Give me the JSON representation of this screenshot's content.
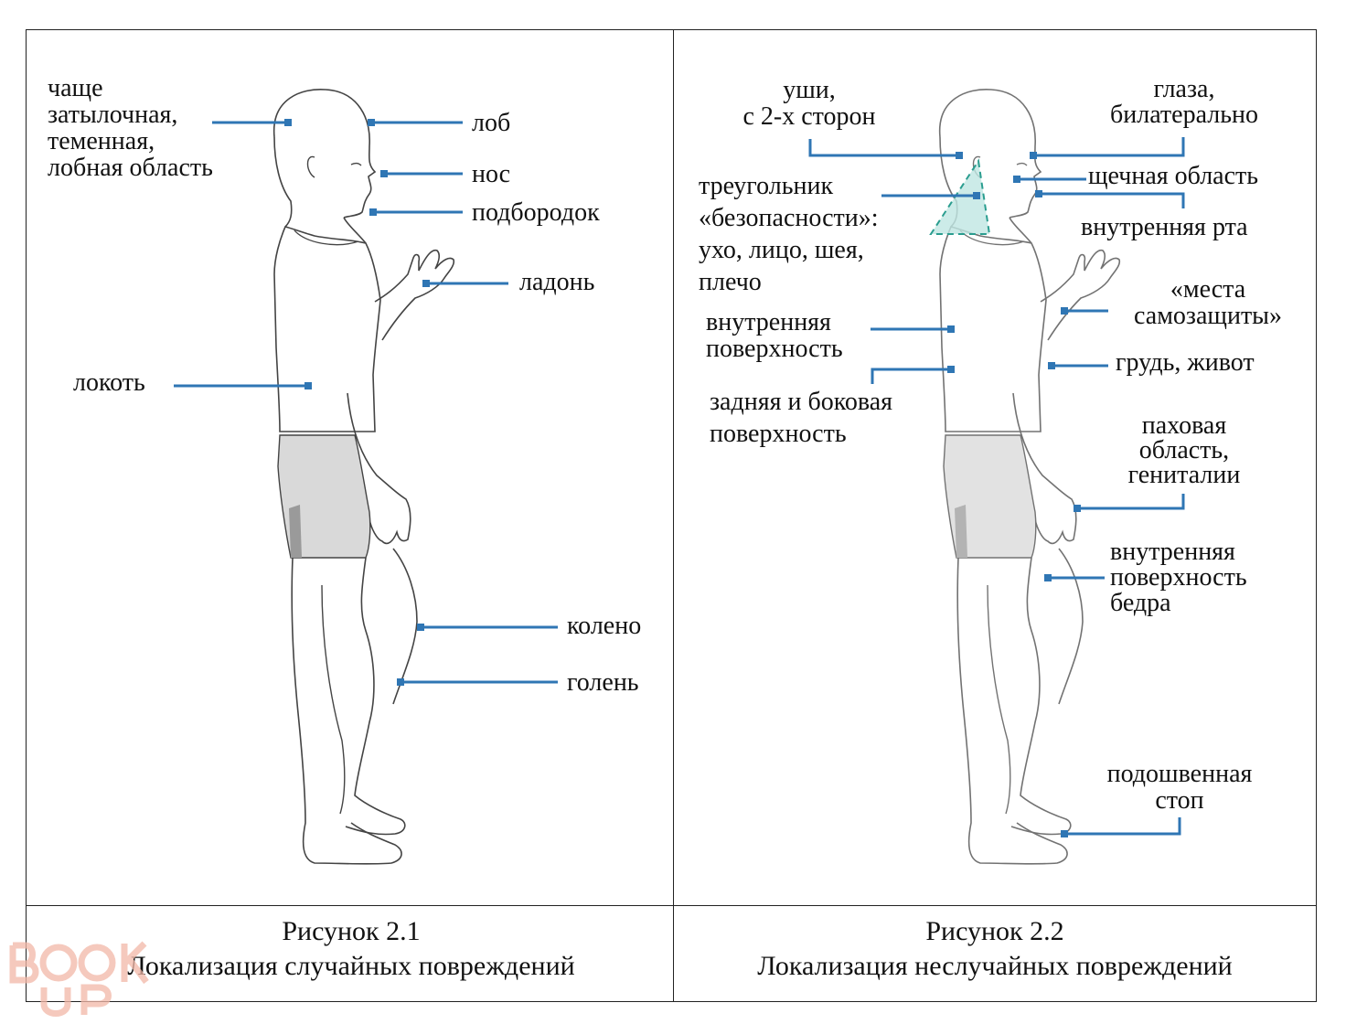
{
  "figure1": {
    "labels": {
      "occipital": "чаще\nзатылочная,\nтеменная,\nлобная область",
      "forehead": "лоб",
      "nose": "нос",
      "chin": "подбородок",
      "palm": "ладонь",
      "elbow": "локоть",
      "knee": "колено",
      "shin": "голень"
    },
    "caption_number": "Рисунок 2.1",
    "caption_title": "Локализация случайных повреждений"
  },
  "figure2": {
    "labels": {
      "ears": "уши,\nс 2-х сторон",
      "eyes": "глаза,\nбилатерально",
      "cheek": "щечная область",
      "mouth": "внутренняя рта",
      "triangle": "треугольник\n«безопасности»:\nухо, лицо, шея,\nплечо",
      "selfdefense": "«места\nсамозащиты»",
      "inner_surface": "внутренняя\nповерхность",
      "chest": "грудь, живот",
      "back_side": "задняя и боковая\nповерхность",
      "groin": "паховая\nобласть,\nгениталии",
      "thigh": "внутренняя\nповерхность\nбедра",
      "sole": "подошвенная\nстоп"
    },
    "caption_number": "Рисунок 2.2",
    "caption_title": "Локализация неслучайных повреждений"
  },
  "watermark": "BOOK UP",
  "colors": {
    "leader": "#2f76b4",
    "triangle": "#bfe6e2",
    "shorts": "#d9d9d9",
    "shorts_shade": "#9a9a9a"
  }
}
